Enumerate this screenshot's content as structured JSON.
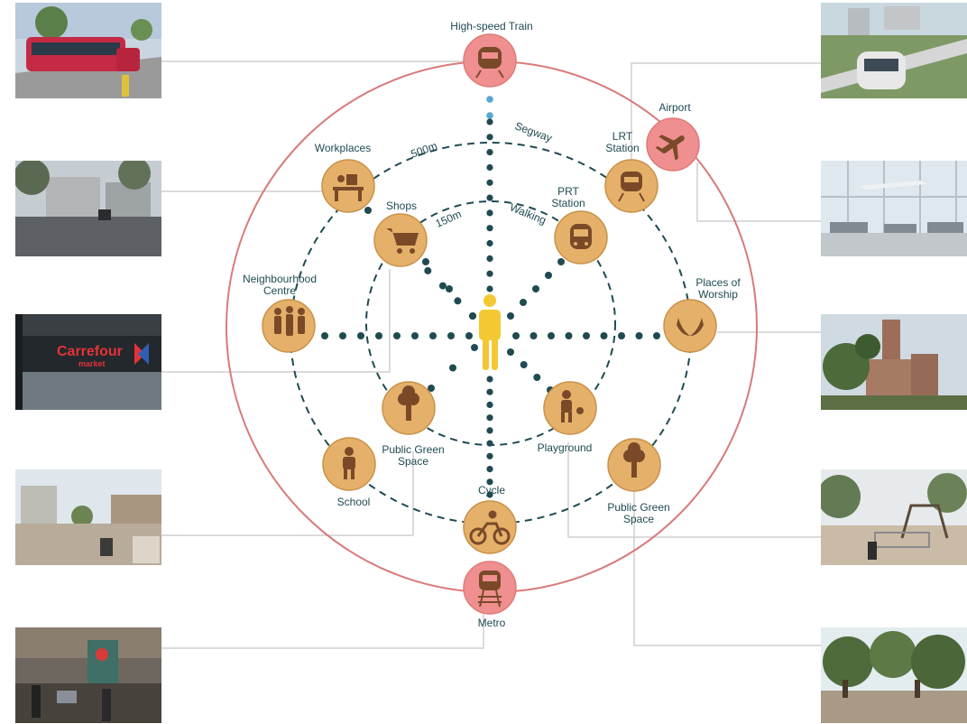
{
  "title": "",
  "colors": {
    "outer_circle": "#d97a7a",
    "node_fill": "#e5b06a",
    "node_stroke": "#c8924a",
    "transit_fill": "#ef8f8f",
    "icon_brown": "#7a4a28",
    "path_dots": "#1f4a52",
    "accent_dots": "#56a8cf",
    "person": "#f4c832",
    "connector": "#cfcfcf"
  },
  "rings": {
    "inner_label": "150m",
    "outer_label": "500m"
  },
  "paths": {
    "segway": "Segway",
    "walking": "Walking",
    "cycle": "Cycle"
  },
  "nodes": {
    "high_speed_train": "High-speed Train",
    "airport": "Airport",
    "lrt_station": [
      "LRT",
      "Station"
    ],
    "prt_station": [
      "PRT",
      "Station"
    ],
    "workplaces": "Workplaces",
    "shops": "Shops",
    "neighbourhood_centre": [
      "Neighbourhood",
      "Centre"
    ],
    "places_of_worship": [
      "Places of",
      "Worship"
    ],
    "public_green_inner": [
      "Public Green",
      "Space"
    ],
    "playground": "Playground",
    "school": "School",
    "public_green_outer": [
      "Public Green",
      "Space"
    ],
    "metro": "Metro"
  },
  "photos": {
    "left": [
      "tram",
      "city-street",
      "carrefour-store",
      "public-square",
      "metro-entrance"
    ],
    "right": [
      "prt-vehicle",
      "airport-terminal",
      "church",
      "playground",
      "park"
    ]
  },
  "photo_text": {
    "carrefour": "Carrefour",
    "market": "market"
  }
}
